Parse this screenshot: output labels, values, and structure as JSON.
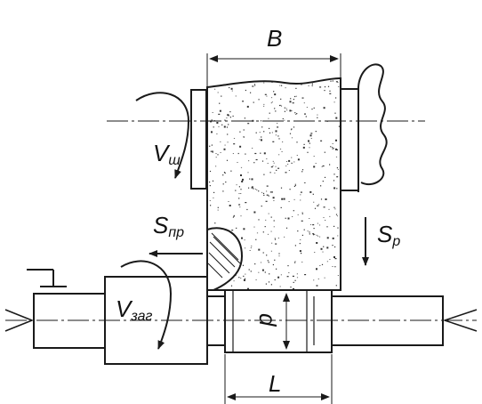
{
  "diagram": {
    "labels": {
      "width_B": "B",
      "wheel_speed": "V",
      "wheel_speed_sub": "ш",
      "long_feed": "S",
      "long_feed_sub": "пр",
      "radial_feed": "S",
      "radial_feed_sub": "р",
      "work_speed": "V",
      "work_speed_sub": "заг",
      "diameter_d": "d",
      "length_L": "L"
    },
    "colors": {
      "line": "#1a1a1a",
      "background": "#ffffff",
      "grain": "#333333"
    }
  }
}
